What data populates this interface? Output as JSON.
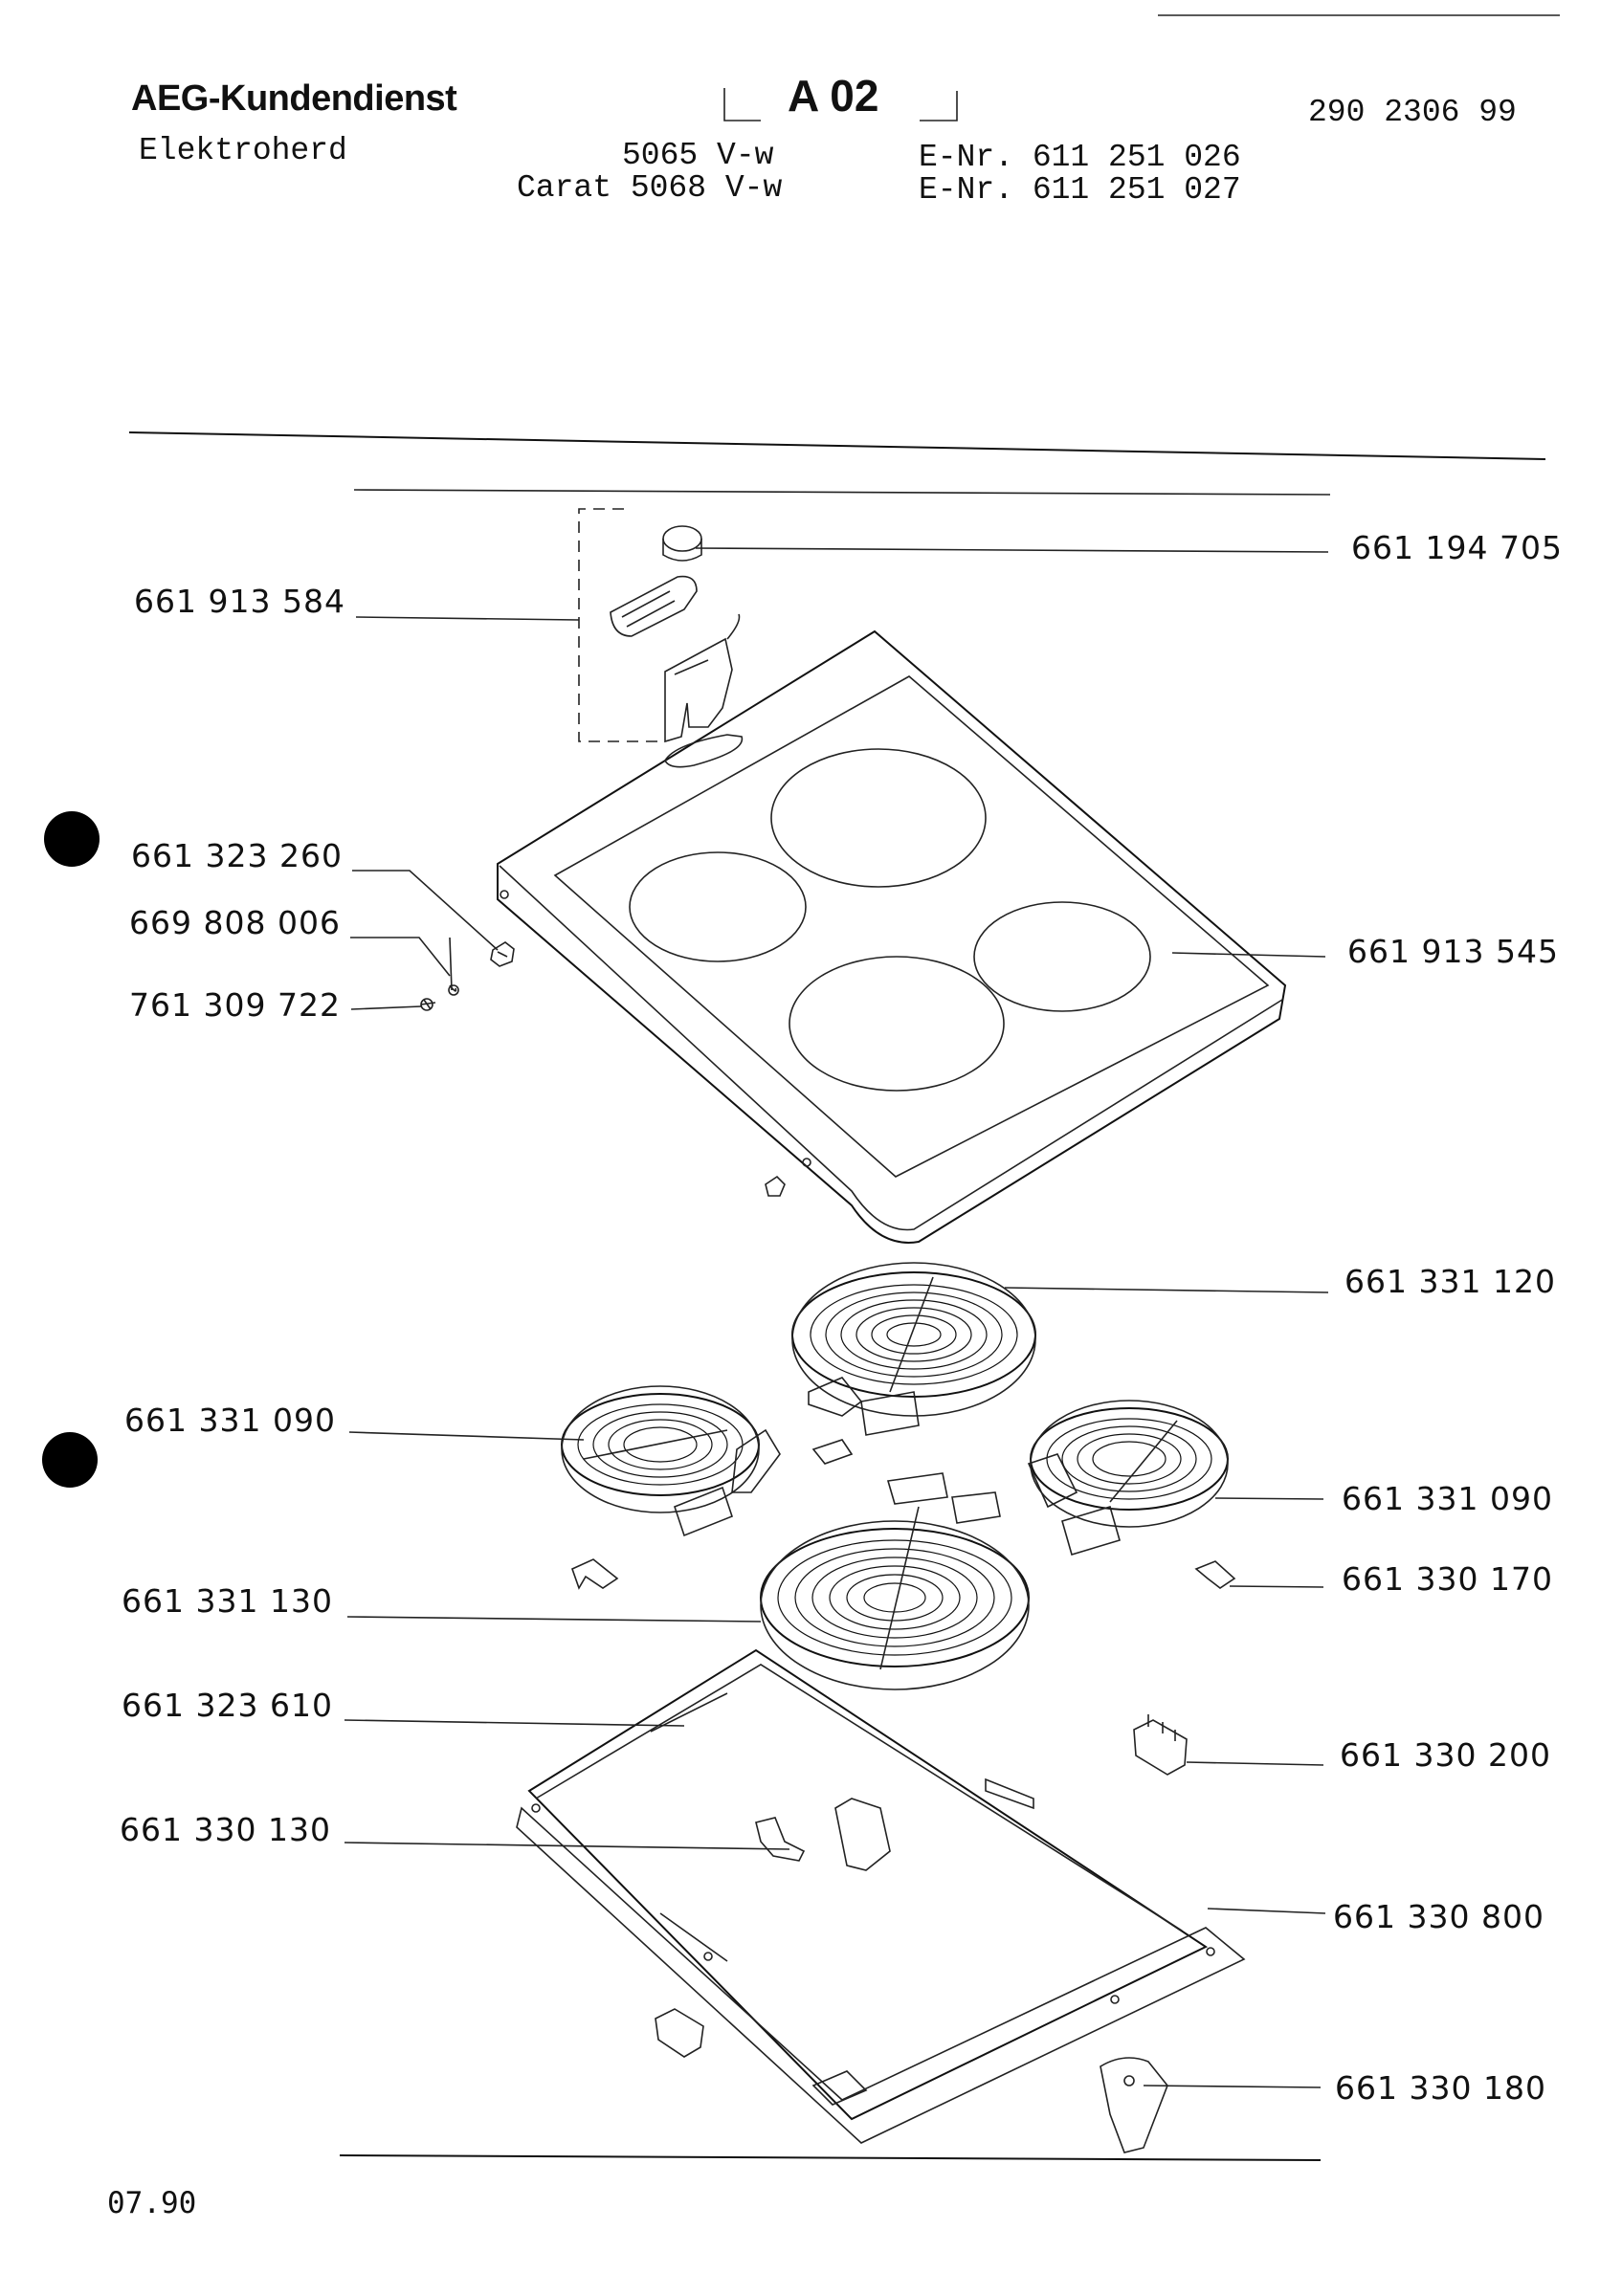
{
  "header": {
    "brand": "AEG-Kundendienst",
    "page_code": "A 02",
    "doc_number": "290 2306 99",
    "category": "Elektroherd",
    "models": [
      {
        "model": "5065 V-w",
        "enr": "E-Nr. 611 251 026"
      },
      {
        "model": "Carat 5068 V-w",
        "enr": "E-Nr. 611 251 027"
      }
    ]
  },
  "parts": [
    {
      "id": "part-661194705",
      "number": "661 194 705"
    },
    {
      "id": "part-661913584",
      "number": "661 913 584"
    },
    {
      "id": "part-661323260",
      "number": "661 323 260"
    },
    {
      "id": "part-669808006",
      "number": "669 808 006"
    },
    {
      "id": "part-761309722",
      "number": "761 309 722"
    },
    {
      "id": "part-661913545",
      "number": "661 913 545"
    },
    {
      "id": "part-661331120",
      "number": "661 331 120"
    },
    {
      "id": "part-661331090-left",
      "number": "661 331 090"
    },
    {
      "id": "part-661331090-right",
      "number": "661 331 090"
    },
    {
      "id": "part-661330170",
      "number": "661 330 170"
    },
    {
      "id": "part-661331130",
      "number": "661 331 130"
    },
    {
      "id": "part-661323610",
      "number": "661 323 610"
    },
    {
      "id": "part-661330200",
      "number": "661 330 200"
    },
    {
      "id": "part-661330130",
      "number": "661 330 130"
    },
    {
      "id": "part-661330800",
      "number": "661 330 800"
    },
    {
      "id": "part-661330180",
      "number": "661 330 180"
    }
  ],
  "footer": {
    "date": "07.90"
  },
  "colors": {
    "ink": "#111111",
    "paper": "#ffffff"
  }
}
